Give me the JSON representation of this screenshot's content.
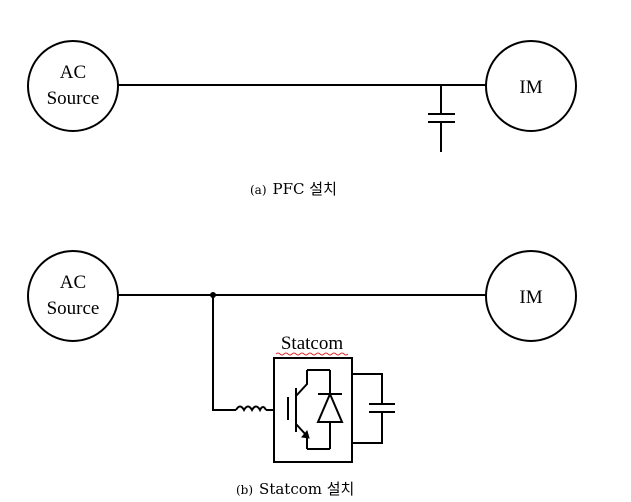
{
  "diagram_a": {
    "source_line1": "AC",
    "source_line2": "Source",
    "motor": "IM",
    "caption_prefix": "(a)",
    "caption_text": "PFC 설치"
  },
  "diagram_b": {
    "source_line1": "AC",
    "source_line2": "Source",
    "motor": "IM",
    "statcom_label": "Statcom",
    "caption_prefix": "(b)",
    "caption_text": "Statcom 설치"
  },
  "colors": {
    "stroke": "#000000",
    "spellcheck_underline": "#e03030"
  }
}
